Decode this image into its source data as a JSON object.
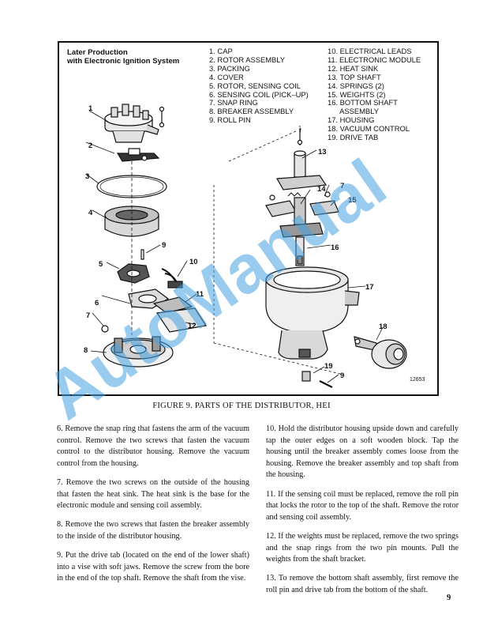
{
  "figure": {
    "title_line1": "Later Production",
    "title_line2": "with Electronic Ignition System",
    "legend_col1": [
      "1. CAP",
      "2. ROTOR ASSEMBLY",
      "3. PACKING",
      "4. COVER",
      "5. ROTOR, SENSING COIL",
      "6. SENSING COIL (PICK–UP)",
      "7. SNAP RING",
      "8. BREAKER ASSEMBLY",
      "9. ROLL PIN"
    ],
    "legend_col2": [
      "10. ELECTRICAL LEADS",
      "11. ELECTRONIC MODULE",
      "12. HEAT SINK",
      "13. TOP SHAFT",
      "14. SPRINGS (2)",
      "15. WEIGHTS (2)",
      "16. BOTTOM SHAFT",
      "      ASSEMBLY",
      "17. HOUSING",
      "18. VACUUM CONTROL",
      "19. DRIVE TAB"
    ],
    "callouts": [
      "1",
      "2",
      "3",
      "4",
      "5",
      "6",
      "7",
      "8",
      "9",
      "10",
      "11",
      "12",
      "13",
      "14",
      "7",
      "15",
      "16",
      "17",
      "18",
      "19",
      "9",
      "1"
    ],
    "figure_id": "12653",
    "caption": "FIGURE 9. PARTS OF THE DISTRIBUTOR, HEI"
  },
  "watermark": "AutoManual",
  "left_column": [
    "6. Remove the snap ring that fastens the arm of the vacuum control. Remove the two screws that fasten the vacuum control to the distributor housing. Remove the vacuum control from the housing.",
    "7. Remove the two screws on the outside of the housing that fasten the heat sink. The heat sink is the base for the electronic module and sensing coil assembly.",
    "8. Remove the two screws that fasten the breaker assembly to the inside of the distributor housing.",
    "9. Put the drive tab (located on the end of the lower shaft) into a vise with soft jaws. Remove the screw from the bore in the end of the top shaft. Remove the shaft from the vise."
  ],
  "right_column": [
    "10. Hold the distributor housing upside down and carefully tap the outer edges on a soft wooden block. Tap the housing until the breaker assembly comes loose from the housing. Remove the breaker assembly and top shaft from the housing.",
    "11. If the sensing coil must be replaced, remove the roll pin that locks the rotor to the top of the shaft. Remove the rotor and sensing coil assembly.",
    "12. If the weights must be replaced, remove the two springs and the snap rings from the two pin mounts. Pull the weights from the shaft bracket.",
    "13. To remove the bottom shaft assembly, first remove the roll pin and drive tab from the bottom of the shaft."
  ],
  "page_number": "9"
}
